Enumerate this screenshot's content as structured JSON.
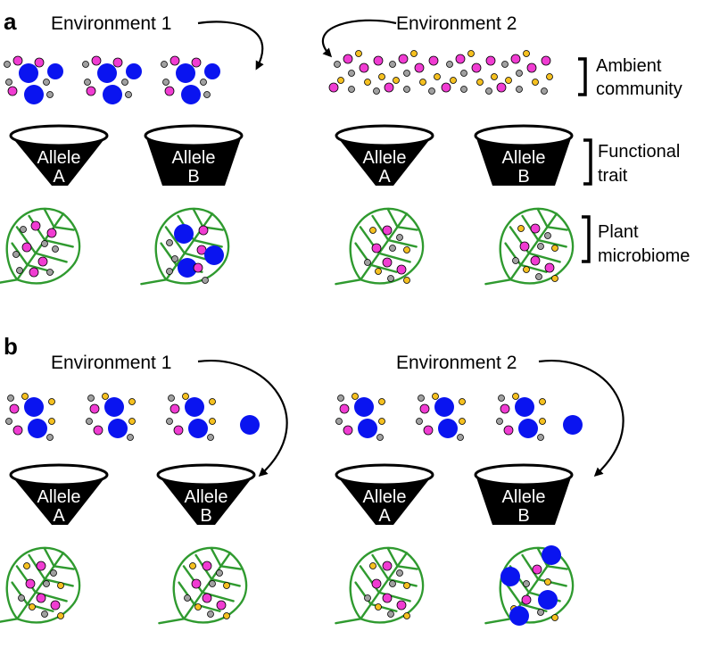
{
  "colors": {
    "large_microbe": "#0a14f0",
    "pink_microbe": "#f03cd2",
    "gray_microbe": "#a0a0a0",
    "yellow_microbe": "#f5c020",
    "leaf_stroke": "#2f9a2f",
    "cup_fill": "#000000"
  },
  "panels": [
    {
      "letter": "a",
      "environments": [
        {
          "title": "Environment 1",
          "ambient": "blue-pink-gray"
        },
        {
          "title": "Environment 2",
          "ambient": "pink-gray-yellow"
        }
      ],
      "alleles": [
        {
          "line1": "Allele",
          "line2": "A",
          "shape": "narrow",
          "leaf_microbiome": "pink-gray"
        },
        {
          "line1": "Allele",
          "line2": "B",
          "shape": "wide",
          "leaf_microbiome": "blue-pink-gray"
        },
        {
          "line1": "Allele",
          "line2": "A",
          "shape": "narrow",
          "leaf_microbiome": "pink-gray-yellow"
        },
        {
          "line1": "Allele",
          "line2": "B",
          "shape": "wide",
          "leaf_microbiome": "pink-gray-yellow"
        }
      ]
    },
    {
      "letter": "b",
      "environments": [
        {
          "title": "Environment 1",
          "ambient": "blue-pink-gray-yellow"
        },
        {
          "title": "Environment 2",
          "ambient": "blue-pink-gray-yellow"
        }
      ],
      "alleles": [
        {
          "line1": "Allele",
          "line2": "A",
          "shape": "narrow",
          "leaf_microbiome": "pink-gray-yellow"
        },
        {
          "line1": "Allele",
          "line2": "B",
          "shape": "narrow",
          "leaf_microbiome": "pink-gray-yellow"
        },
        {
          "line1": "Allele",
          "line2": "A",
          "shape": "narrow",
          "leaf_microbiome": "pink-gray-yellow"
        },
        {
          "line1": "Allele",
          "line2": "B",
          "shape": "wide",
          "leaf_microbiome": "blue-pink-gray-yellow"
        }
      ]
    }
  ],
  "legend": {
    "ambient": {
      "line1": "Ambient",
      "line2": "community"
    },
    "trait": {
      "line1": "Functional",
      "line2": "trait"
    },
    "microbiome": {
      "line1": "Plant",
      "line2": "microbiome"
    }
  }
}
